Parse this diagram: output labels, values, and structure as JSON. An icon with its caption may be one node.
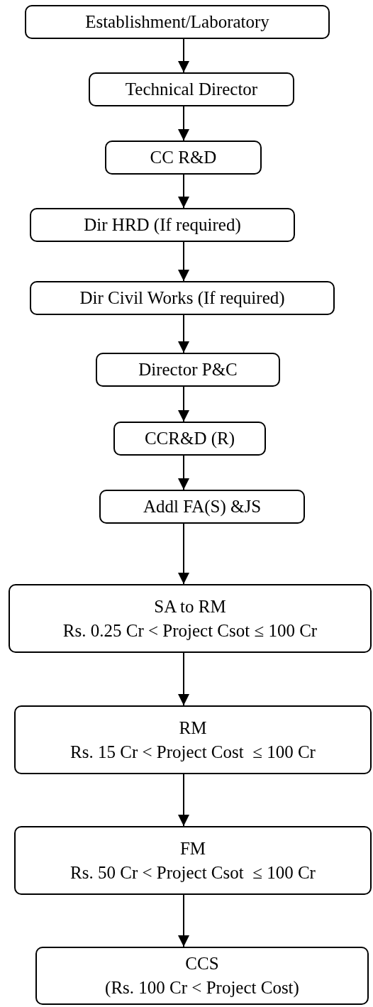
{
  "diagram": {
    "nodes": [
      {
        "text": [
          "Establishment/Laboratory"
        ]
      },
      {
        "text": [
          "Technical Director"
        ]
      },
      {
        "text": [
          "CC R&D"
        ]
      },
      {
        "text": [
          "Dir HRD (If required)"
        ]
      },
      {
        "text": [
          "Dir Civil Works (If required)"
        ]
      },
      {
        "text": [
          "Director P&C"
        ]
      },
      {
        "text": [
          "CCR&D (R)"
        ]
      },
      {
        "text": [
          "Addl FA(S) &JS"
        ]
      },
      {
        "text": [
          "SA to RM",
          "Rs. 0.25 Cr < Project Csot ≤ 100 Cr"
        ]
      },
      {
        "text": [
          "RM",
          "Rs. 15 Cr < Project Cost  ≤ 100 Cr"
        ]
      },
      {
        "text": [
          "FM",
          "Rs. 50 Cr < Project Csot  ≤ 100 Cr"
        ]
      },
      {
        "text": [
          "CCS",
          "(Rs. 100 Cr < Project Cost)"
        ]
      }
    ],
    "edges": [
      {
        "from": 0,
        "to": 1,
        "arrow": "to"
      },
      {
        "from": 1,
        "to": 2,
        "arrow": "to"
      },
      {
        "from": 2,
        "to": 3,
        "arrow": "to"
      },
      {
        "from": 3,
        "to": 4,
        "arrow": "to"
      },
      {
        "from": 4,
        "to": 5,
        "arrow": "to"
      },
      {
        "from": 5,
        "to": 6,
        "arrow": "to"
      },
      {
        "from": 6,
        "to": 7,
        "arrow": "to"
      },
      {
        "from": 7,
        "to": 8,
        "arrow": "to"
      },
      {
        "from": 8,
        "to": 9,
        "arrow": "to"
      },
      {
        "from": 9,
        "to": 10,
        "arrow": "to"
      },
      {
        "from": 10,
        "to": 11,
        "arrow": "to"
      }
    ]
  }
}
